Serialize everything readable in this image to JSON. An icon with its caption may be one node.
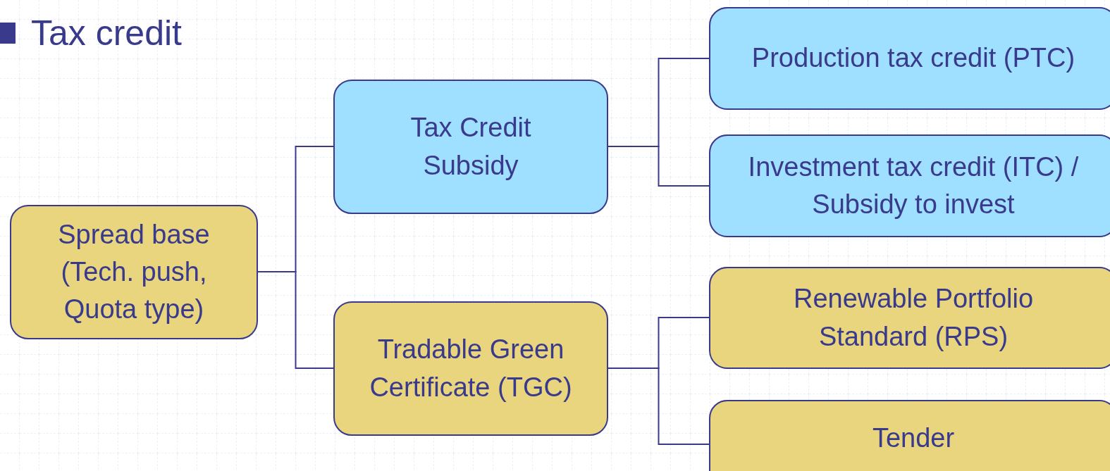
{
  "diagram": {
    "title": "Tax credit",
    "nodes": [
      {
        "text": [
          "Spread base (Tech. push, Quota type)"
        ]
      },
      {
        "text": [
          "Tax Credit Subsidy"
        ]
      },
      {
        "text": [
          "Tradable Green Certificate (TGC)"
        ]
      },
      {
        "text": [
          "Production tax credit (PTC)"
        ]
      },
      {
        "text": [
          "Investment tax credit (ITC) / Subsidy to invest"
        ]
      },
      {
        "text": [
          "Renewable Portfolio Standard (RPS)"
        ]
      },
      {
        "text": [
          "Tender"
        ]
      }
    ],
    "edges": [
      {
        "from": 0,
        "to": 1,
        "arrow": "none"
      },
      {
        "from": 0,
        "to": 2,
        "arrow": "none"
      },
      {
        "from": 1,
        "to": 3,
        "arrow": "none"
      },
      {
        "from": 1,
        "to": 4,
        "arrow": "none"
      },
      {
        "from": 2,
        "to": 5,
        "arrow": "none"
      },
      {
        "from": 2,
        "to": 6,
        "arrow": "none"
      }
    ]
  }
}
